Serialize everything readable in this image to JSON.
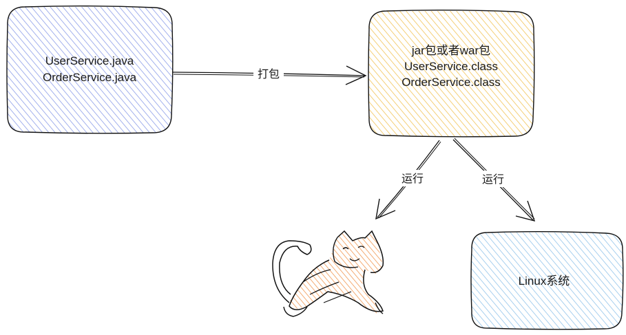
{
  "nodes": {
    "source": {
      "lines": [
        "UserService.java",
        "OrderService.java"
      ],
      "fill": "#8a9be8",
      "stroke": "#111111"
    },
    "package": {
      "lines": [
        "jar包或者war包",
        "UserService.class",
        "OrderService.class"
      ],
      "fill": "#f2c14a",
      "stroke": "#111111"
    },
    "linux": {
      "lines": [
        "Linux系统"
      ],
      "fill": "#8ec3ea",
      "stroke": "#111111"
    }
  },
  "edges": {
    "pack": {
      "label": "打包"
    },
    "run_tomcat": {
      "label": "运行"
    },
    "run_linux": {
      "label": "运行"
    }
  },
  "icons": {
    "tomcat": {
      "name": "tomcat-cat-icon",
      "fill": "#ef8a3a",
      "stroke": "#111111"
    }
  }
}
